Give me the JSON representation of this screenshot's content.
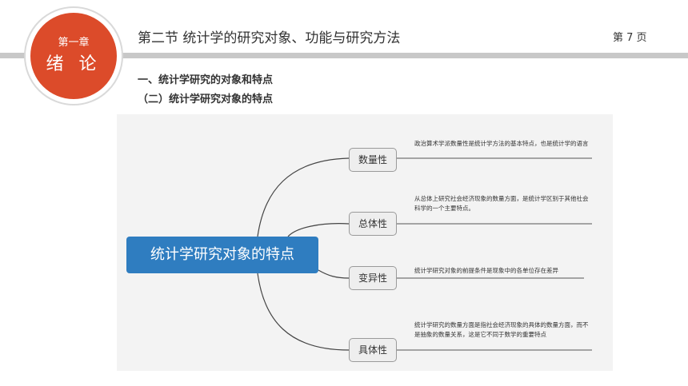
{
  "chapter": {
    "label": "第一章",
    "title": "绪 论"
  },
  "section_title": "第二节   统计学的研究对象、功能与研究方法",
  "page_number": "第 7 页",
  "heading_1": "一、统计学研究的对象和特点",
  "heading_2": "（二）统计学研究对象的特点",
  "mindmap": {
    "root": "统计学研究对象的特点",
    "branches": [
      {
        "label": "数量性",
        "note": "政治算术学派数量性是统计学方法的基本特点，也是统计学的语言"
      },
      {
        "label": "总体性",
        "note": "从总体上研究社会经济现象的数量方面，是统计学区别于其他社会科学的一个主要特点。"
      },
      {
        "label": "变异性",
        "note": "统计学研究对象的前提条件是现象中的各单位存在差异"
      },
      {
        "label": "具体性",
        "note": "统计学研究的数量方面是指社会经济现象的具体的数量方面，而不是抽象的数量关系，这是它不同于数学的重要特点"
      }
    ]
  },
  "colors": {
    "badge": "#dc4b2a",
    "root_node": "#2f7dc0",
    "bar": "#c8c8c8"
  }
}
